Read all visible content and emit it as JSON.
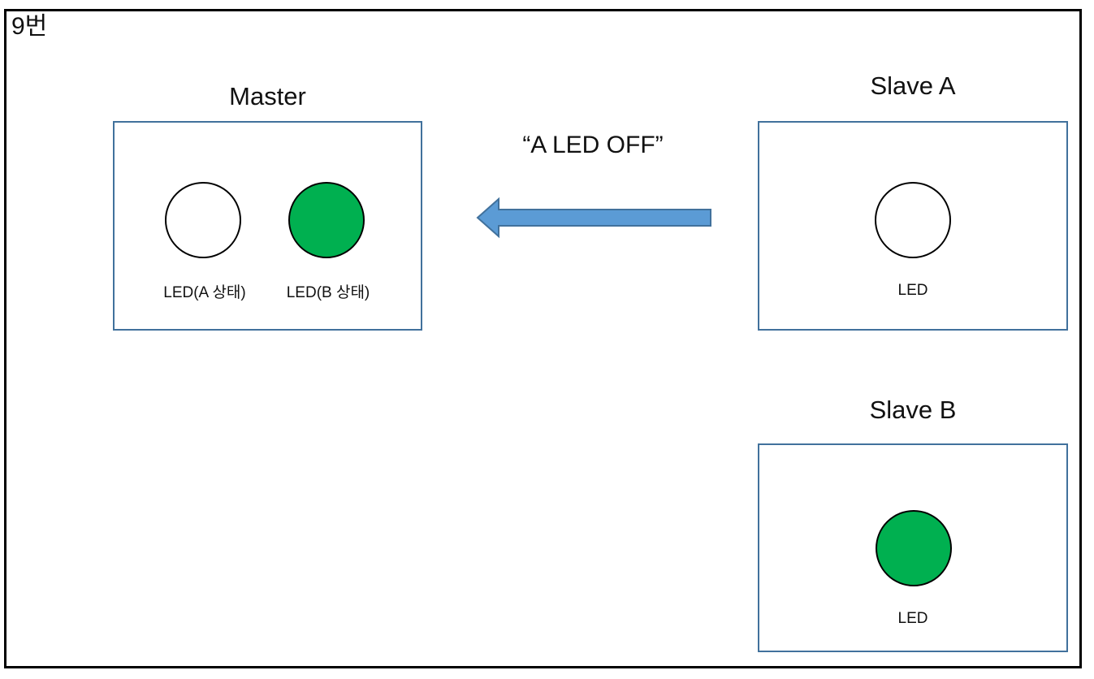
{
  "diagram": {
    "page_label": "9번",
    "master": {
      "title": "Master",
      "led_a_label": "LED(A 상태)",
      "led_a_state": "off",
      "led_b_label": "LED(B 상태)",
      "led_b_state": "on"
    },
    "message": {
      "text": "“A LED OFF”",
      "direction": "left",
      "from": "Slave A",
      "to": "Master"
    },
    "slave_a": {
      "title": "Slave A",
      "led_label": "LED",
      "led_state": "off"
    },
    "slave_b": {
      "title": "Slave B",
      "led_label": "LED",
      "led_state": "on"
    },
    "colors": {
      "led_on": "#00b050",
      "led_off": "#ffffff",
      "outline": "#000000",
      "arrow_fill": "#5b9bd5",
      "arrow_stroke": "#41719c",
      "box_border": "#41719c",
      "frame_border": "#000000"
    }
  }
}
